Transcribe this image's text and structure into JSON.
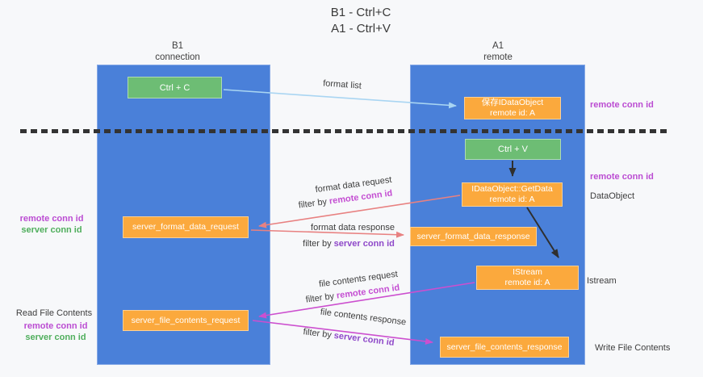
{
  "title": {
    "line1": "B1 - Ctrl+C",
    "line2": "A1 - Ctrl+V"
  },
  "columns": {
    "left": {
      "name": "B1",
      "role": "connection"
    },
    "right": {
      "name": "A1",
      "role": "remote"
    }
  },
  "boxes": {
    "ctrl_c": "Ctrl + C",
    "ctrl_v": "Ctrl + V",
    "save_idataobject": {
      "line1": "保存IDataObject",
      "line2": "remote id: A"
    },
    "getdata": {
      "line1": "IDataObject::GetData",
      "line2": "remote id: A"
    },
    "istream": {
      "line1": "IStream",
      "line2": "remote id: A"
    },
    "server_format_data_request": "server_format_data_request",
    "server_format_data_response": "server_format_data_response",
    "server_file_contents_request": "server_file_contents_request",
    "server_file_contents_response": "server_file_contents_response"
  },
  "arrow_labels": {
    "format_list": "format list",
    "format_data_request": "format data request",
    "format_data_response": "format data response",
    "file_contents_request": "file contents request",
    "file_contents_response": "file contents response",
    "filter_by": "filter by",
    "remote_conn_id": "remote conn id",
    "server_conn_id": "server conn id"
  },
  "annotations": {
    "left_remote_conn_id": "remote conn id",
    "left_server_conn_id": "server conn id",
    "read_file_contents": "Read File Contents",
    "right_remote_conn_id": "remote conn id",
    "data_object": "DataObject",
    "istream": "Istream",
    "write_file_contents": "Write File Contents"
  },
  "colors": {
    "lifeline_blue": "#4a80d9",
    "box_green": "#6dbd74",
    "box_orange": "#fba93d",
    "arrow_red": "#e88181",
    "arrow_magenta": "#cc4fcf",
    "arrow_light_blue": "#a9d5f2",
    "remote_conn_id": "#c44ed2",
    "server_conn_id_green": "#4fae5c",
    "server_conn_id_purple": "#8f49c9"
  }
}
